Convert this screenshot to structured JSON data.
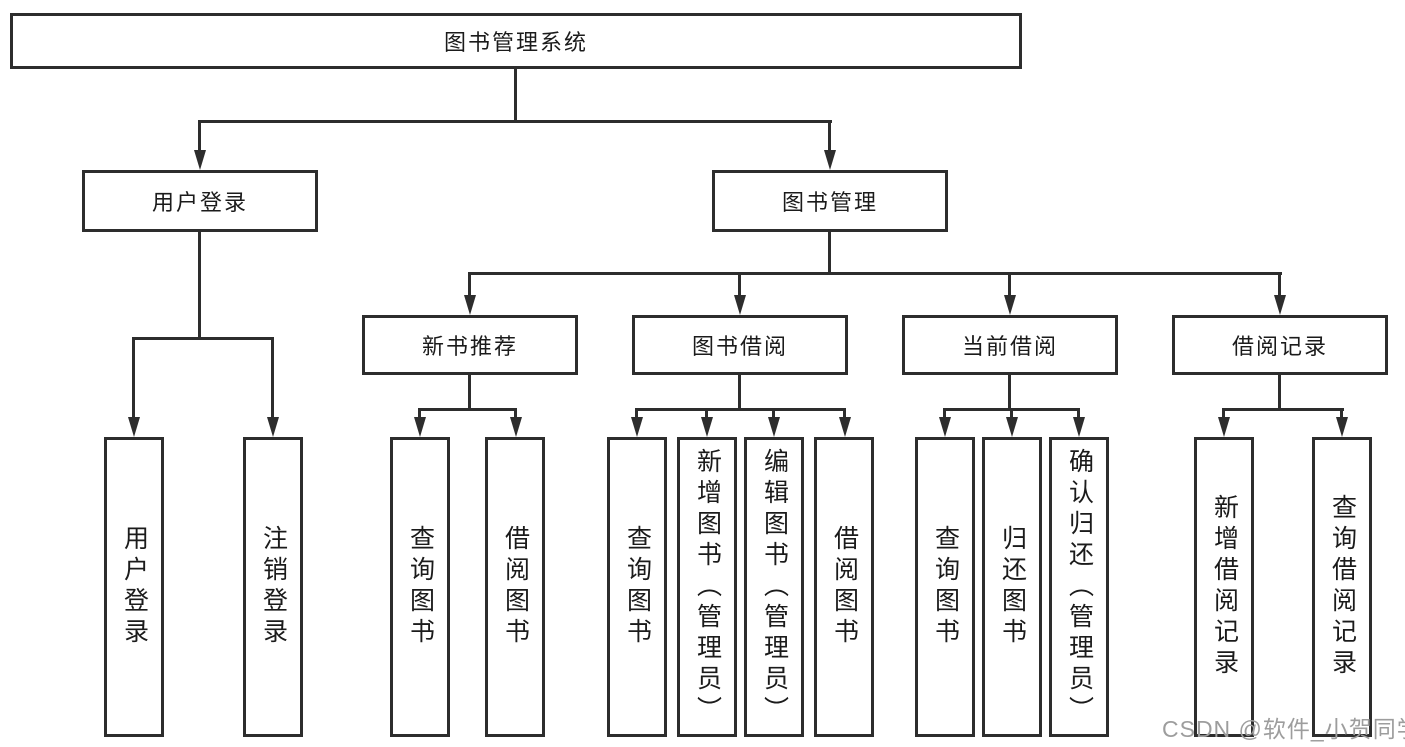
{
  "nodes": {
    "root": "图书管理系统",
    "user_login": {
      "label": "用户登录",
      "children": [
        "用户登录",
        "注销登录"
      ]
    },
    "book_management": {
      "label": "图书管理",
      "groups": [
        {
          "label": "新书推荐",
          "children": [
            "查询图书",
            "借阅图书"
          ]
        },
        {
          "label": "图书借阅",
          "children": [
            "查询图书",
            "新增图书（管理员）",
            "编辑图书（管理员）",
            "借阅图书"
          ]
        },
        {
          "label": "当前借阅",
          "children": [
            "查询图书",
            "归还图书",
            "确认归还（管理员）"
          ]
        },
        {
          "label": "借阅记录",
          "children": [
            "新增借阅记录",
            "查询借阅记录"
          ]
        }
      ]
    }
  },
  "watermark": "CSDN @软件_小贺同学",
  "colors": {
    "line": "#2d2d2d",
    "text": "#1b1b1b",
    "watermark": "#9d9d9d",
    "background": "#ffffff"
  }
}
